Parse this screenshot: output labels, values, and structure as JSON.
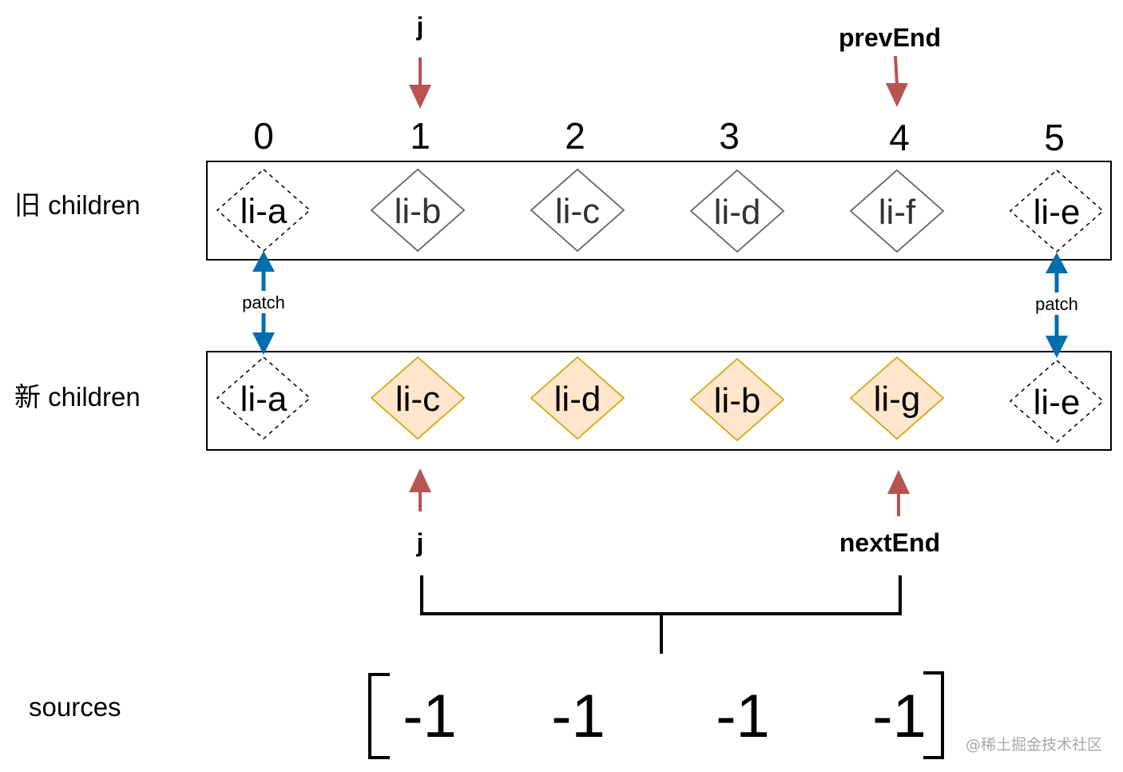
{
  "labels": {
    "old_row": "旧 children",
    "new_row": "新 children",
    "sources": "sources",
    "patch_left": "patch",
    "patch_right": "patch",
    "pointer_j_top": "j",
    "pointer_prev_end": "prevEnd",
    "pointer_j_bottom": "j",
    "pointer_next_end": "nextEnd",
    "watermark": "@稀土掘金技术社区"
  },
  "indices": [
    "0",
    "1",
    "2",
    "3",
    "4",
    "5"
  ],
  "old_children": [
    {
      "key": "li-a",
      "style": "dashed"
    },
    {
      "key": "li-b",
      "style": "plain"
    },
    {
      "key": "li-c",
      "style": "plain"
    },
    {
      "key": "li-d",
      "style": "plain"
    },
    {
      "key": "li-f",
      "style": "plain"
    },
    {
      "key": "li-e",
      "style": "dashed"
    }
  ],
  "new_children": [
    {
      "key": "li-a",
      "style": "dashed"
    },
    {
      "key": "li-c",
      "style": "highlight"
    },
    {
      "key": "li-d",
      "style": "highlight"
    },
    {
      "key": "li-b",
      "style": "highlight"
    },
    {
      "key": "li-g",
      "style": "highlight"
    },
    {
      "key": "li-e",
      "style": "dashed"
    }
  ],
  "sources": [
    "-1",
    "-1",
    "-1",
    "-1"
  ],
  "colors": {
    "pointer_arrow": "#b85450",
    "patch_arrow": "#006eaf",
    "highlight_fill": "#ffe6cc",
    "highlight_stroke": "#d6a80c",
    "plain_stroke": "#666666",
    "dashed_stroke": "#000000"
  }
}
